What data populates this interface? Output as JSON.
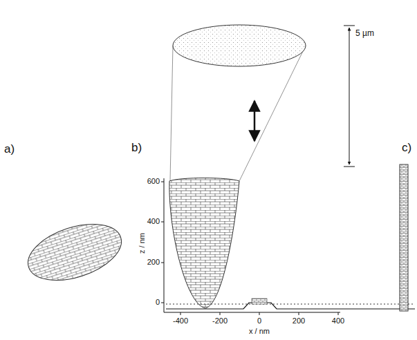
{
  "diagram": {
    "labels": [
      "a)",
      "b)",
      "c)",
      "5 µm",
      "600",
      "400",
      "200",
      "0",
      "z / nm",
      "-400",
      "-200",
      "0",
      "200",
      "400",
      "x / nm"
    ]
  }
}
